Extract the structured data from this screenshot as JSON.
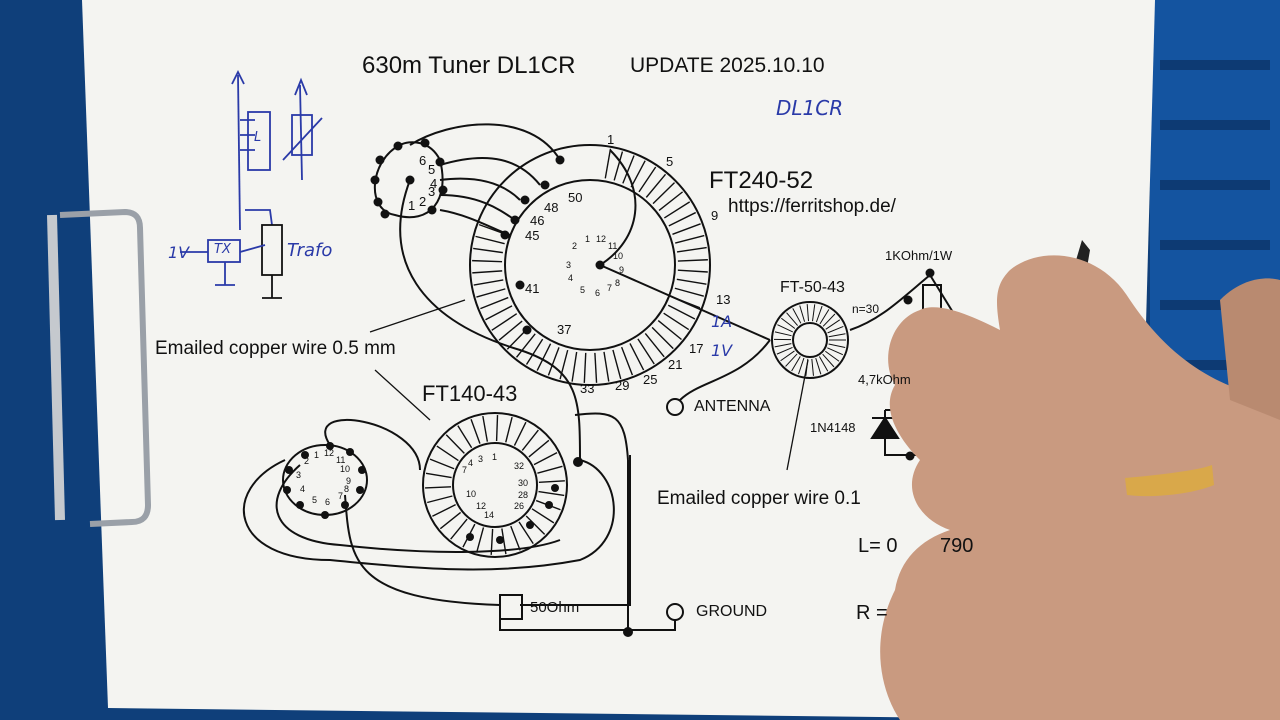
{
  "title": "630m Tuner  DL1CR",
  "update": "UPDATE 2025.10.10",
  "handwriting": {
    "callsign": "DL1CR",
    "tx_box": "TX",
    "trafo": "Trafo",
    "l_box": "L",
    "mark_1a": "1A",
    "mark_1v": "1V",
    "one_v_left": "1V"
  },
  "main_toroid": {
    "name": "FT240-52",
    "url": "https://ferritshop.de/",
    "outer_taps": [
      "1",
      "5",
      "9",
      "13",
      "17",
      "21",
      "25",
      "29",
      "33",
      "37",
      "41",
      "45",
      "46",
      "48",
      "50"
    ],
    "inner_taps": [
      "1",
      "2",
      "3",
      "4",
      "5",
      "6",
      "7",
      "8",
      "9",
      "10",
      "11",
      "12"
    ]
  },
  "switch_top": {
    "taps": [
      "1",
      "2",
      "3",
      "4",
      "5",
      "6"
    ]
  },
  "small_toroid": {
    "name": "FT-50-43",
    "turns": "n=30"
  },
  "mid_toroid": {
    "name": "FT140-43",
    "taps": [
      "1",
      "3",
      "4",
      "7",
      "10",
      "12",
      "14",
      "32",
      "30",
      "28",
      "26"
    ]
  },
  "switch_bottom": {
    "taps": [
      "1",
      "2",
      "3",
      "4",
      "5",
      "6",
      "7",
      "8",
      "9",
      "10",
      "11",
      "12"
    ]
  },
  "labels": {
    "wire_left": "Emailed copper wire 0.5 mm",
    "wire_right": "Emailed copper wire 0.1",
    "resistor_1k": "1KOhm/1W",
    "resistor_47k": "4,7kOhm",
    "diode": "1N4148",
    "antenna": "ANTENNA",
    "ground": "GROUND",
    "load": "50Ohm",
    "l_value": "L= 0",
    "l_max": "790",
    "r_value": "R ="
  },
  "colors": {
    "paper": "#f4f4f1",
    "ink": "#111111",
    "pen": "#2a3aa8",
    "pencil": "#f2a01e",
    "skin": "#c99a80",
    "binder_blue": "#0f3f7a"
  }
}
